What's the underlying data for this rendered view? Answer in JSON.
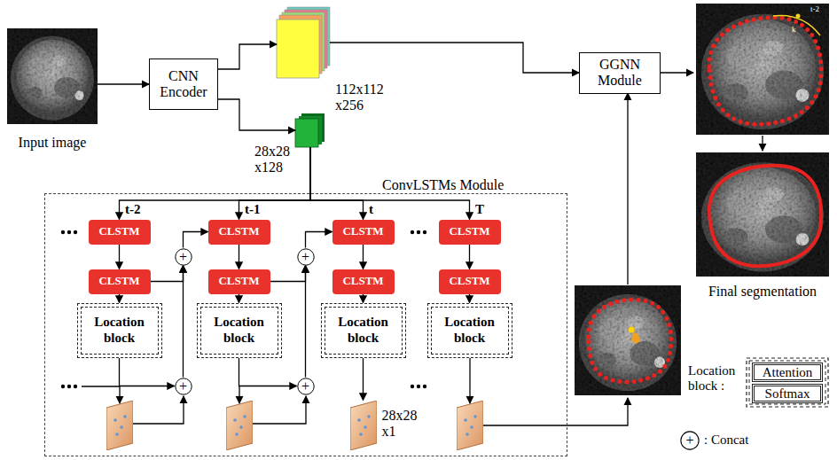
{
  "diagram": {
    "nodes": [
      {
        "text": [
          "Input image"
        ]
      },
      {
        "text": [
          "CNN Encoder"
        ]
      },
      {
        "text": [
          "112x112 x256"
        ]
      },
      {
        "text": [
          "28x28 x128"
        ]
      },
      {
        "text": [
          "GGNN Module"
        ]
      },
      {
        "text": [
          "ConvLSTMs Module"
        ]
      },
      {
        "text": [
          "CLSTM"
        ],
        "in": 5
      },
      {
        "text": [
          "CLSTM"
        ],
        "in": 5
      },
      {
        "text": [
          "CLSTM"
        ],
        "in": 5
      },
      {
        "text": [
          "CLSTM"
        ],
        "in": 5
      },
      {
        "text": [
          "+"
        ],
        "in": 5
      },
      {
        "text": [
          "+"
        ],
        "in": 5
      },
      {
        "text": [
          "CLSTM"
        ],
        "in": 5
      },
      {
        "text": [
          "CLSTM"
        ],
        "in": 5
      },
      {
        "text": [
          "CLSTM"
        ],
        "in": 5
      },
      {
        "text": [
          "CLSTM"
        ],
        "in": 5
      },
      {
        "text": [
          "Location block"
        ],
        "in": 5
      },
      {
        "text": [
          "Location block"
        ],
        "in": 5
      },
      {
        "text": [
          "Location block"
        ],
        "in": 5
      },
      {
        "text": [
          "Location block"
        ],
        "in": 5
      },
      {
        "text": [
          "+"
        ],
        "in": 5
      },
      {
        "text": [
          "+"
        ],
        "in": 5
      },
      {
        "text": [
          "28x28 x1"
        ],
        "in": 5
      },
      {
        "text": [
          "Final segmentation"
        ]
      },
      {
        "text": [
          "Attention"
        ]
      },
      {
        "text": [
          "Softmax"
        ]
      },
      {
        "text": [
          "+"
        ]
      }
    ],
    "edges": [
      {
        "from": 0,
        "to": 1,
        "arrow": "to"
      },
      {
        "from": 1,
        "to": 2,
        "arrow": "to"
      },
      {
        "from": 1,
        "to": 3,
        "arrow": "to"
      },
      {
        "from": 2,
        "to": 4,
        "arrow": "to"
      },
      {
        "from": 3,
        "to": 6,
        "arrow": "to"
      },
      {
        "from": 3,
        "to": 7,
        "arrow": "to"
      },
      {
        "from": 3,
        "to": 8,
        "arrow": "to"
      },
      {
        "from": 3,
        "to": 9,
        "arrow": "to"
      },
      {
        "from": 6,
        "to": 12,
        "arrow": "to"
      },
      {
        "from": 7,
        "to": 13,
        "arrow": "to"
      },
      {
        "from": 8,
        "to": 14,
        "arrow": "to"
      },
      {
        "from": 9,
        "to": 15,
        "arrow": "to"
      },
      {
        "from": 12,
        "to": 16,
        "arrow": "to"
      },
      {
        "from": 13,
        "to": 17,
        "arrow": "to"
      },
      {
        "from": 14,
        "to": 18,
        "arrow": "to"
      },
      {
        "from": 15,
        "to": 19,
        "arrow": "to"
      },
      {
        "from": 12,
        "to": 10,
        "arrow": "to"
      },
      {
        "from": 20,
        "to": 10,
        "arrow": "to"
      },
      {
        "from": 10,
        "to": 7,
        "arrow": "to"
      },
      {
        "from": 13,
        "to": 11,
        "arrow": "to"
      },
      {
        "from": 21,
        "to": 11,
        "arrow": "to"
      },
      {
        "from": 11,
        "to": 8,
        "arrow": "to"
      },
      {
        "from": 16,
        "to": 20,
        "arrow": "to"
      },
      {
        "from": 17,
        "to": 21,
        "arrow": "to"
      },
      {
        "from": 18,
        "to": 22,
        "arrow": "to"
      }
    ],
    "labels": [
      "t-2",
      "t-1",
      "t",
      "T",
      "t-2",
      "k",
      "Location block :",
      ": Concat"
    ]
  }
}
